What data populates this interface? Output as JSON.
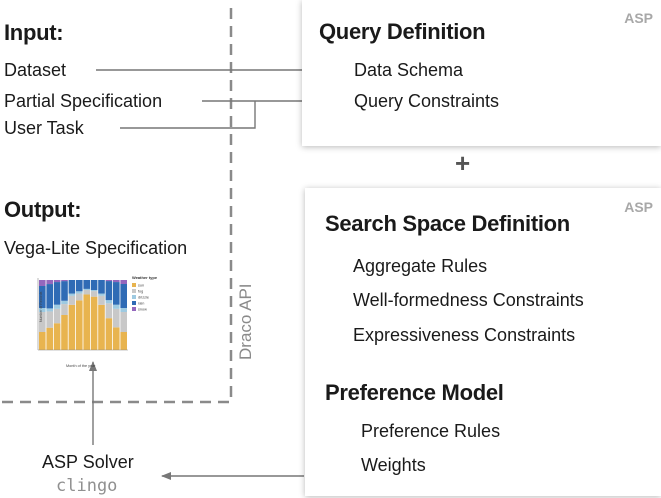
{
  "input": {
    "heading": "Input:",
    "items": [
      "Dataset",
      "Partial Specification",
      "User Task"
    ]
  },
  "output": {
    "heading": "Output:",
    "label": "Vega-Lite Specification",
    "thumbnail": {
      "legend_title": "Weather type",
      "legend_items": [
        "sun",
        "fog",
        "drizzle",
        "rain",
        "snow"
      ],
      "colors": [
        "#e8b44f",
        "#c8c8c8",
        "#9ecae1",
        "#2f6bb5",
        "#9467bd"
      ],
      "xlabel": "Month of the year",
      "ylabel": "Number of Records"
    }
  },
  "api_label": "Draco API",
  "query_box": {
    "tag": "ASP",
    "title": "Query Definition",
    "items": [
      "Data Schema",
      "Query Constraints"
    ]
  },
  "plus": "+",
  "search_box": {
    "tag": "ASP",
    "title": "Search Space Definition",
    "items": [
      "Aggregate Rules",
      "Well-formedness Constraints",
      "Expressiveness Constraints"
    ],
    "pref_title": "Preference Model",
    "pref_items": [
      "Preference Rules",
      "Weights"
    ]
  },
  "solver": {
    "label": "ASP Solver",
    "name": "clingo"
  }
}
